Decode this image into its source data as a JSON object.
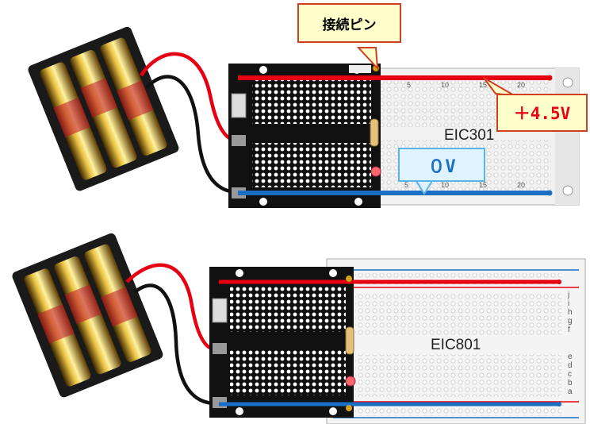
{
  "callouts": {
    "connect_pin": "接続ピン",
    "plus": "＋4.5V",
    "zero": "０V"
  },
  "boards": {
    "top_label": "EIC301",
    "bottom_label": "EIC801"
  },
  "top_numbers": [
    "5",
    "10",
    "15",
    "20"
  ],
  "bottom_rows_right": [
    "j",
    "i",
    "h",
    "g",
    "f",
    "e",
    "d",
    "c",
    "b",
    "a"
  ],
  "colors": {
    "red_wire": "#e60012",
    "black_wire": "#111111",
    "blue_rail": "#1a6fc4",
    "callout_fill": "#ffffcc",
    "callout_border": "#d04020",
    "callout_blue_fill": "#dff3ff",
    "callout_blue_border": "#5ab4e6"
  }
}
